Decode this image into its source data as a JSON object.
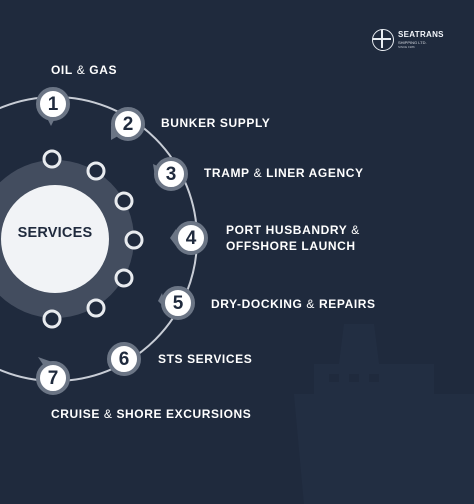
{
  "brand": {
    "name": "SEATRANS",
    "subtitle": "SHIPPING LTD.",
    "since": "SINCE 1986",
    "logo_icon": "globe-ship-icon"
  },
  "hub": {
    "label": "SERVICES"
  },
  "steps": [
    {
      "number": "1",
      "label_parts": [
        "OIL",
        " & ",
        "GAS"
      ]
    },
    {
      "number": "2",
      "label_parts": [
        "BUNKER SUPPLY"
      ]
    },
    {
      "number": "3",
      "label_parts": [
        "TRAMP",
        " & ",
        "LINER AGENCY"
      ]
    },
    {
      "number": "4",
      "label_parts": [
        "PORT HUSBANDRY",
        " & ",
        "OFFSHORE LAUNCH"
      ]
    },
    {
      "number": "5",
      "label_parts": [
        "DRY-DOCKING",
        " & ",
        "REPAIRS"
      ]
    },
    {
      "number": "6",
      "label_parts": [
        "STS SERVICES"
      ]
    },
    {
      "number": "7",
      "label_parts": [
        "CRUISE",
        " & ",
        "SHORE EXCURSIONS"
      ]
    }
  ],
  "colors": {
    "background": "#1f2a3d",
    "hub": "#f1f3f6",
    "ring": "#505a6b",
    "marker_border": "#6b7585",
    "text": "#ffffff"
  }
}
